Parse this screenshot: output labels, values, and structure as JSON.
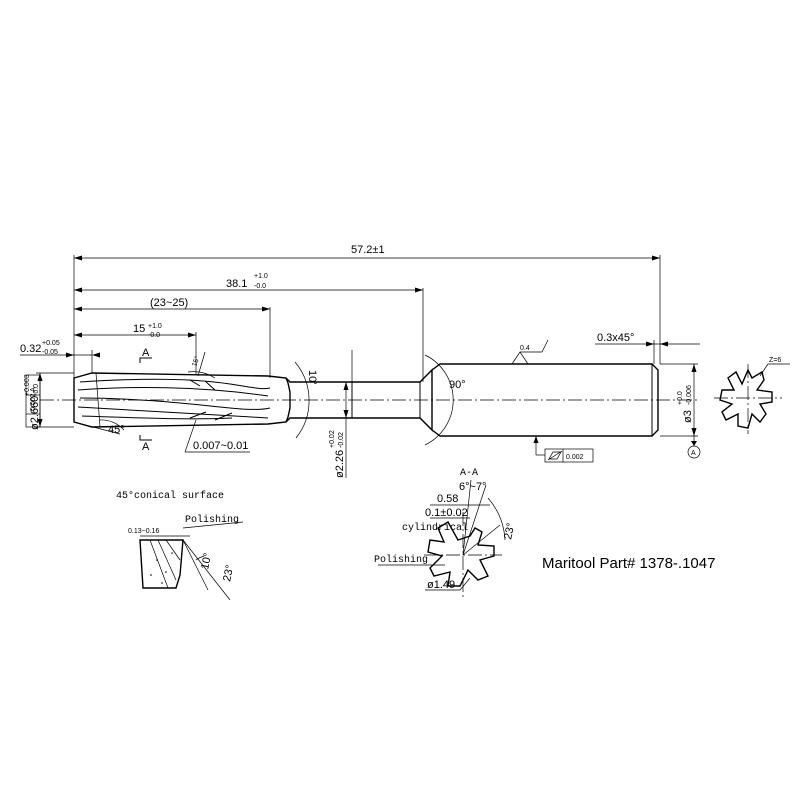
{
  "dims": {
    "overall_length": "57.2±1",
    "length_38": "38.1",
    "length_38_upper": "+1.0",
    "length_38_lower": "-0.0",
    "length_23_25": "(23~25)",
    "length_15": "15",
    "length_15_upper": "+1.0",
    "length_15_lower": "-0.0",
    "dim_032": "0.32",
    "dim_032_upper": "+0.05",
    "dim_032_lower": "-0.05",
    "chamfer": "0.3x45°",
    "dia_2660": "ø2.660",
    "dia_2660_upper": "+0.003",
    "dia_2660_lower": "-0.0",
    "dia_226": "ø2.26",
    "dia_226_upper": "+0.02",
    "dia_226_lower": "-0.02",
    "dia_3": "ø3",
    "dia_3_upper": "+0.0",
    "dia_3_lower": "-0.006",
    "back_taper": "0.007~0.01",
    "angle_15": "15°",
    "angle_10": "10'",
    "angle_45": "45°",
    "angle_90": "90°",
    "section_label": "A",
    "datum": "A",
    "roughness": "0.4",
    "runout_tol": "0.002",
    "runout_datum": "A",
    "cyl_tol": "0.002",
    "flutes": "Z=6"
  },
  "detail": {
    "title": "45°conical surface",
    "land": "0.13~0.16",
    "polishing": "Polishing",
    "angle_10": "10°",
    "angle_23": "23°"
  },
  "section": {
    "title": "A-A",
    "helix": "6°~7°",
    "dim_058": "0.58",
    "margin": "0.1±0.02",
    "cylindrical": "cylindrical",
    "angle_23": "23°",
    "polishing": "Polishing",
    "dia_149": "ø1.49"
  },
  "part_label": "Maritool Part# 1378-.1047"
}
